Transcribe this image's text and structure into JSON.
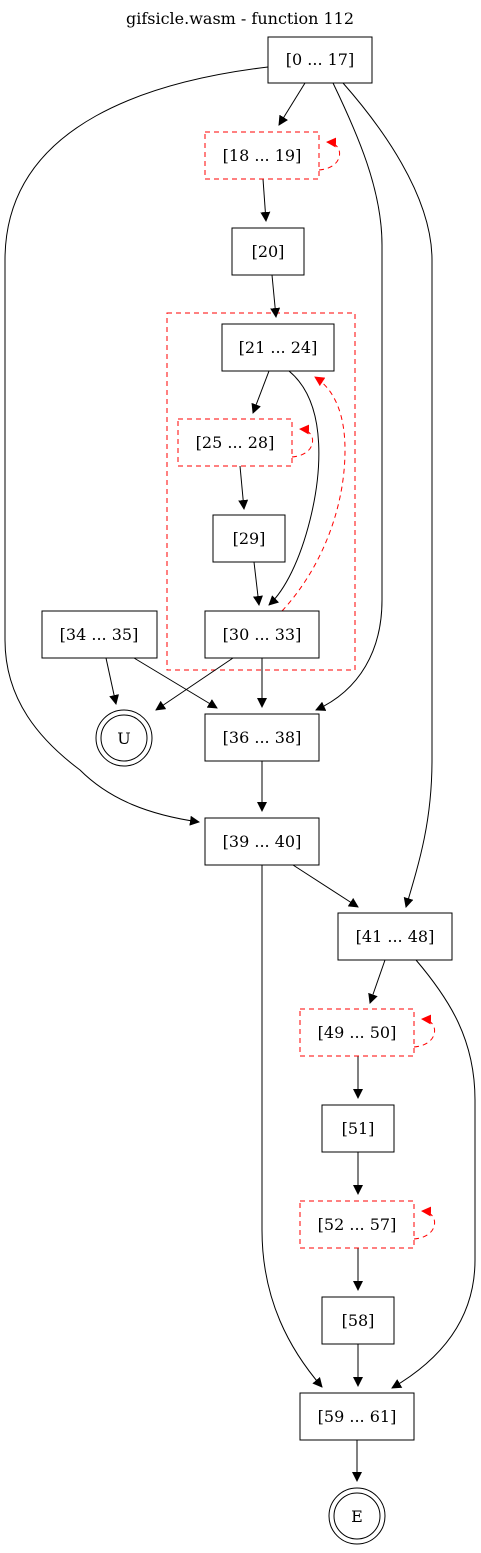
{
  "title": "gifsicle.wasm - function 112",
  "colors": {
    "normal": "#000000",
    "loop": "#ff0000",
    "background": "#ffffff"
  },
  "nodes": [
    {
      "id": "n0",
      "label": "[0 ... 17]",
      "kind": "box"
    },
    {
      "id": "n18",
      "label": "[18 ... 19]",
      "kind": "loop"
    },
    {
      "id": "n20",
      "label": "[20]",
      "kind": "box"
    },
    {
      "id": "n21",
      "label": "[21 ... 24]",
      "kind": "box"
    },
    {
      "id": "n25",
      "label": "[25 ... 28]",
      "kind": "loop"
    },
    {
      "id": "n29",
      "label": "[29]",
      "kind": "box"
    },
    {
      "id": "n30",
      "label": "[30 ... 33]",
      "kind": "box"
    },
    {
      "id": "n34",
      "label": "[34 ... 35]",
      "kind": "box"
    },
    {
      "id": "nU",
      "label": "U",
      "kind": "terminal"
    },
    {
      "id": "n36",
      "label": "[36 ... 38]",
      "kind": "box"
    },
    {
      "id": "n39",
      "label": "[39 ... 40]",
      "kind": "box"
    },
    {
      "id": "n41",
      "label": "[41 ... 48]",
      "kind": "box"
    },
    {
      "id": "n49",
      "label": "[49 ... 50]",
      "kind": "loop"
    },
    {
      "id": "n51",
      "label": "[51]",
      "kind": "box"
    },
    {
      "id": "n52",
      "label": "[52 ... 57]",
      "kind": "loop"
    },
    {
      "id": "n58",
      "label": "[58]",
      "kind": "box"
    },
    {
      "id": "n59",
      "label": "[59 ... 61]",
      "kind": "box"
    },
    {
      "id": "nE",
      "label": "E",
      "kind": "terminal"
    }
  ],
  "edges": [
    {
      "from": "n0",
      "to": "n18",
      "type": "normal"
    },
    {
      "from": "n0",
      "to": "n36",
      "type": "normal"
    },
    {
      "from": "n0",
      "to": "n41",
      "type": "normal"
    },
    {
      "from": "n0",
      "to": "n39",
      "type": "normal"
    },
    {
      "from": "n18",
      "to": "n18",
      "type": "back"
    },
    {
      "from": "n18",
      "to": "n20",
      "type": "normal"
    },
    {
      "from": "n20",
      "to": "n21",
      "type": "normal"
    },
    {
      "from": "n21",
      "to": "n25",
      "type": "normal"
    },
    {
      "from": "n21",
      "to": "n30",
      "type": "normal"
    },
    {
      "from": "n25",
      "to": "n25",
      "type": "back"
    },
    {
      "from": "n25",
      "to": "n29",
      "type": "normal"
    },
    {
      "from": "n29",
      "to": "n30",
      "type": "normal"
    },
    {
      "from": "n30",
      "to": "n21",
      "type": "back"
    },
    {
      "from": "n30",
      "to": "nU",
      "type": "normal"
    },
    {
      "from": "n30",
      "to": "n36",
      "type": "normal"
    },
    {
      "from": "n34",
      "to": "nU",
      "type": "normal"
    },
    {
      "from": "n34",
      "to": "n36",
      "type": "normal"
    },
    {
      "from": "n36",
      "to": "n39",
      "type": "normal"
    },
    {
      "from": "n39",
      "to": "n41",
      "type": "normal"
    },
    {
      "from": "n39",
      "to": "n59",
      "type": "normal"
    },
    {
      "from": "n41",
      "to": "n49",
      "type": "normal"
    },
    {
      "from": "n41",
      "to": "n59",
      "type": "normal"
    },
    {
      "from": "n49",
      "to": "n49",
      "type": "back"
    },
    {
      "from": "n49",
      "to": "n51",
      "type": "normal"
    },
    {
      "from": "n51",
      "to": "n52",
      "type": "normal"
    },
    {
      "from": "n52",
      "to": "n52",
      "type": "back"
    },
    {
      "from": "n52",
      "to": "n58",
      "type": "normal"
    },
    {
      "from": "n58",
      "to": "n59",
      "type": "normal"
    },
    {
      "from": "n59",
      "to": "nE",
      "type": "normal"
    }
  ]
}
